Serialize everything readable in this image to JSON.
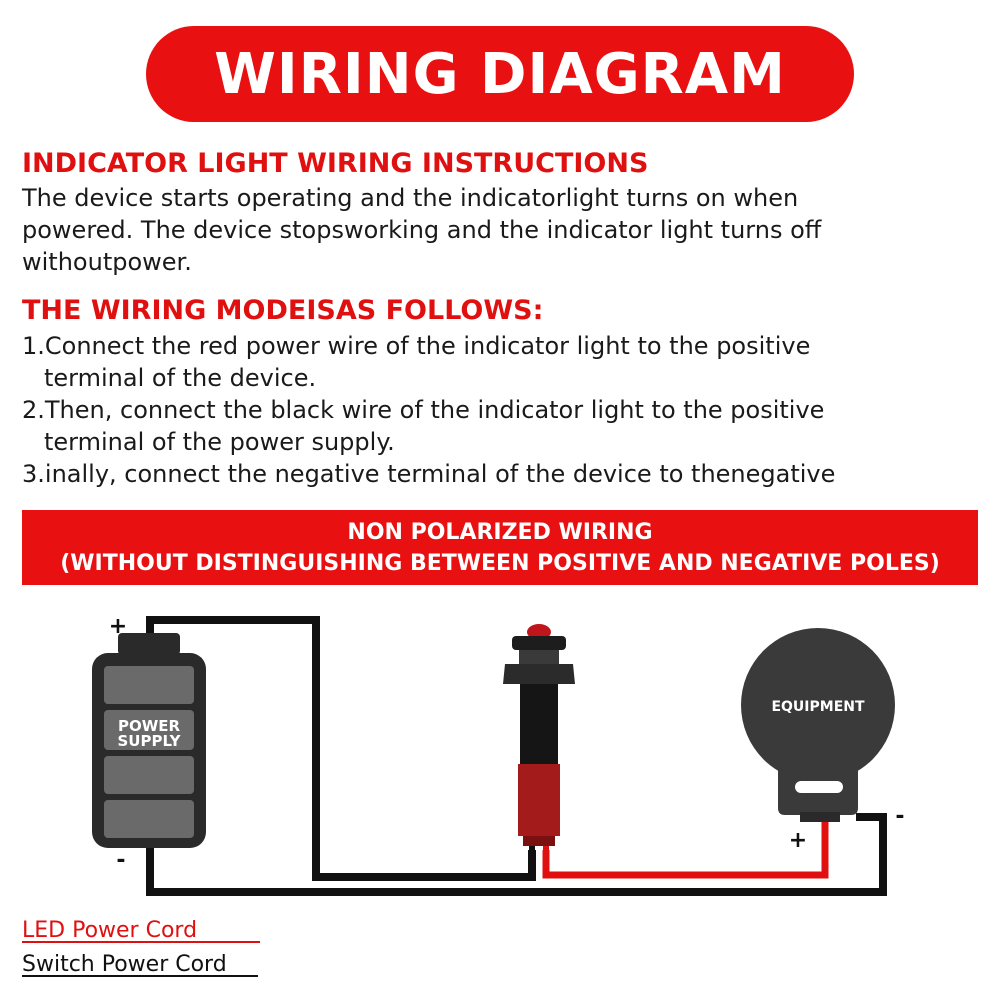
{
  "title": "WIRING DIAGRAM",
  "section1": {
    "heading": "INDICATOR LIGHT WIRING INSTRUCTIONS",
    "lines": [
      "The device starts operating and the indicatorlight turns on when",
      "powered. The device stopsworking and the indicator light turns off",
      "withoutpower."
    ]
  },
  "section2": {
    "heading": "THE WIRING MODEISAS FOLLOWS:",
    "steps": [
      {
        "line1": "1.Connect the red power wire of the indicator light to the positive",
        "line2": "terminal of the device."
      },
      {
        "line1": "2.Then, connect the black wire of the indicator light to the positive",
        "line2": "terminal of the power supply."
      },
      {
        "line1": "3.inally, connect the negative terminal of the device to thenegative",
        "line2": ""
      }
    ]
  },
  "banner": {
    "line1": "NON POLARIZED WIRING",
    "line2": "(WITHOUT DISTINGUISHING BETWEEN POSITIVE AND NEGATIVE POLES)"
  },
  "diagram": {
    "battery_label_1": "POWER",
    "battery_label_2": "SUPPLY",
    "battery_plus": "+",
    "battery_minus": "-",
    "equipment_label": "EQUIPMENT",
    "equipment_plus": "+",
    "equipment_minus": "-"
  },
  "legend": {
    "led_label": "LED Power Cord",
    "switch_label": "Switch Power Cord"
  },
  "colors": {
    "accent_red": "#e81010",
    "wire_red": "#e01010",
    "wire_black": "#111111"
  }
}
